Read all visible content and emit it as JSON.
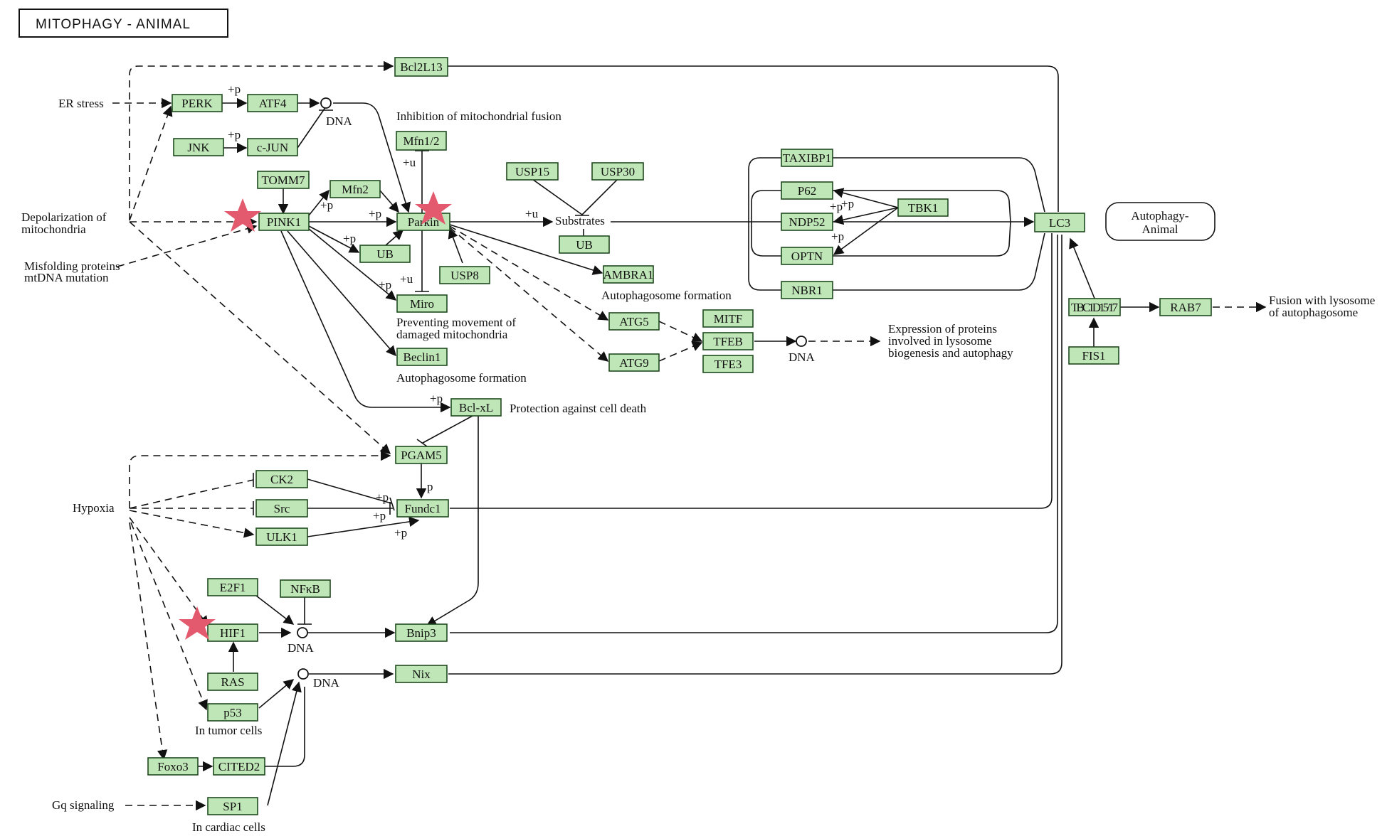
{
  "title": "MITOPHAGY - ANIMAL",
  "map_link": "Autophagy-\nAnimal",
  "genes": {
    "bcl2l13": "Bcl2L13",
    "perk": "PERK",
    "atf4": "ATF4",
    "jnk": "JNK",
    "cjun": "c-JUN",
    "mfn12": "Mfn1/2",
    "tomm7": "TOMM7",
    "mfn2": "Mfn2",
    "pink1": "PINK1",
    "parkin": "Parkin",
    "ub1": "UB",
    "usp8": "USP8",
    "miro": "Miro",
    "beclin1": "Beclin1",
    "bclxl": "Bcl-xL",
    "usp15": "USP15",
    "usp30": "USP30",
    "ub2": "UB",
    "ambra1": "AMBRA1",
    "atg5": "ATG5",
    "atg9": "ATG9",
    "mitf": "MITF",
    "tfeb": "TFEB",
    "tfe3": "TFE3",
    "taxibp1": "TAXIBP1",
    "p62": "P62",
    "ndp52": "NDP52",
    "optn": "OPTN",
    "nbr1": "NBR1",
    "tbk1": "TBK1",
    "lc3": "LC3",
    "tbc1d15": "TBC1D15/17",
    "rab7": "RAB7",
    "fis1": "FIS1",
    "pgam5": "PGAM5",
    "ck2": "CK2",
    "src": "Src",
    "ulk1": "ULK1",
    "fundc1": "Fundc1",
    "e2f1": "E2F1",
    "nfkb": "NFκB",
    "hif1": "HIF1",
    "ras": "RAS",
    "bnip3": "Bnip3",
    "nix": "Nix",
    "p53": "p53",
    "foxo3": "Foxo3",
    "cited2": "CITED2",
    "sp1": "SP1"
  },
  "labels": {
    "er_stress": "ER stress",
    "depol_1": "Depolarization of",
    "depol_2": "mitochondria",
    "misfold_1": "Misfolding proteins",
    "misfold_2": "mtDNA mutation",
    "hypoxia": "Hypoxia",
    "gq": "Gq signaling",
    "in_cardiac": "In cardiac cells",
    "in_tumor": "In tumor cells",
    "inhibit_fusion": "Inhibition of mitochondrial fusion",
    "prevent_1": "Preventing movement of",
    "prevent_2": "damaged mitochondria",
    "auto_form_1": "Autophagosome formation",
    "auto_form_2": "Autophagosome formation",
    "protection": "Protection against cell death",
    "substrates": "Substrates",
    "expr_1": "Expression of proteins",
    "expr_2": "involved in lysosome",
    "expr_3": "biogenesis and autophagy",
    "fusion_1": "Fusion with lysosome",
    "fusion_2": "of autophagosome",
    "dna_atf4": "DNA",
    "dna_tfeb": "DNA",
    "dna_hif1": "DNA",
    "dna_nix": "DNA",
    "plus_p": "+p",
    "plus_u": "+u",
    "p_only": "p"
  }
}
